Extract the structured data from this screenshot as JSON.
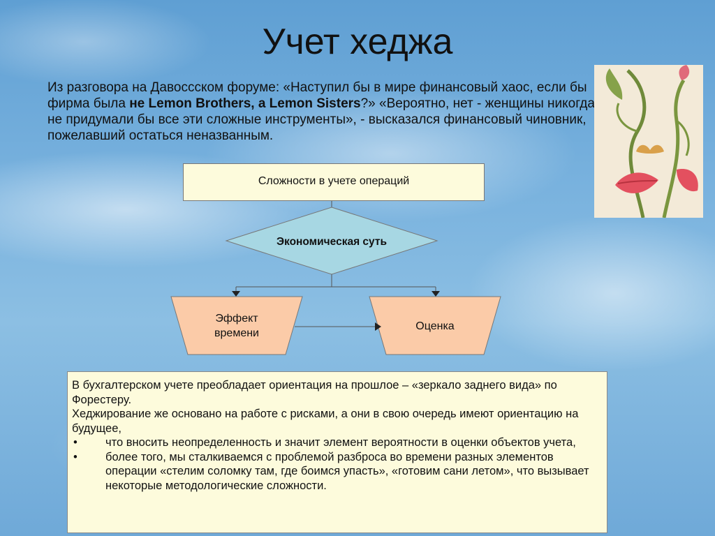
{
  "slide": {
    "title": "Учет хеджа",
    "intro": {
      "part1": "Из разговора на Давоссском форуме: «Наступил бы в мире финансовый хаос, если бы фирма была ",
      "bold": "не Lemon Brothers, а Lemon Sisters",
      "part2": "?» «Вероятно, нет - женщины никогда не придумали бы все эти сложные инструменты», - высказался финансовый чиновник, пожелавший остаться неназванным."
    },
    "diagram": {
      "top_box": "Сложности в учете операций",
      "diamond": "Экономическая суть",
      "left_shape_line1": "Эффект",
      "left_shape_line2": "времени",
      "right_shape": "Оценка"
    },
    "bottom": {
      "para1": "В бухгалтерском учете преобладает ориентация на прошлое – «зеркало заднего вида» по Форестеру.",
      "para2": "Хеджирование же основано на работе с рисками, а они в свою очередь имеют ориентацию на будущее,",
      "bullet_char": "•",
      "bullets": [
        "что вносить неопределенность и значит элемент вероятности в оценки объектов учета,",
        "более того, мы сталкиваемся с проблемой разброса во времени разных элементов операции «стелим соломку там, где боимся упасть», «готовим сани летом», что вызывает некоторые методологические сложности."
      ]
    },
    "colors": {
      "diamond_fill": "#a7d7e3",
      "trapezoid_fill": "#fbcba8",
      "box_fill": "#fdfbdc"
    }
  }
}
